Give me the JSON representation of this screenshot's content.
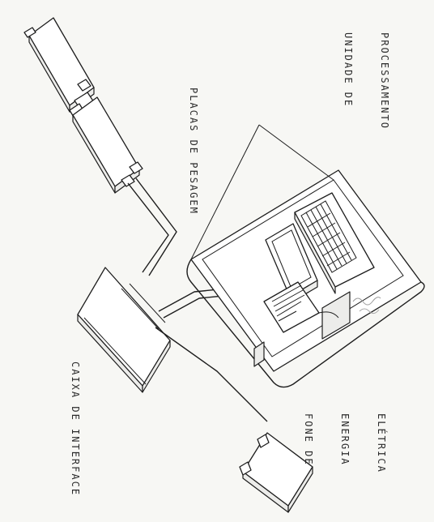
{
  "diagram": {
    "labels": {
      "processing_unit": [
        "PROCESSAMENTO",
        "UNIDADE DE"
      ],
      "weighing_plates": [
        "PLACAS DE PESAGEM"
      ],
      "interface_box": [
        "CAIXA DE INTERFACE"
      ],
      "power_supply": [
        "ELÉTRICA",
        "ENERGIA",
        "FONE DE"
      ]
    },
    "components": [
      "weighing-plates",
      "interface-box",
      "processing-unit",
      "power-supply"
    ],
    "annotation_scribble": "",
    "colors": {
      "ink": "#1d1d1d",
      "paper": "#f7f7f4"
    }
  }
}
